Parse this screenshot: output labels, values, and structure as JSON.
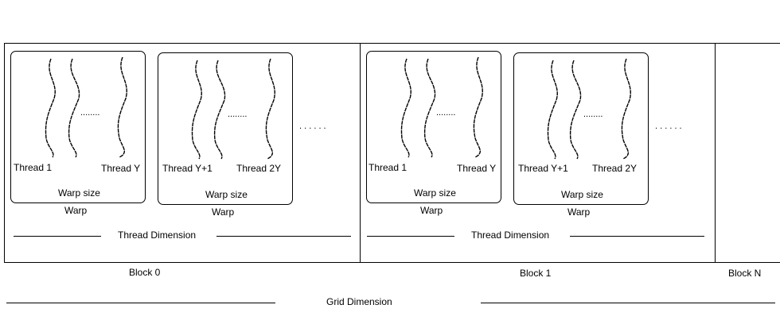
{
  "blocks": [
    {
      "label": "Block 0",
      "thread_dimension": "Thread Dimension",
      "warps": [
        {
          "thread_first": "Thread 1",
          "thread_last": "Thread Y",
          "warp_size": "Warp size",
          "warp_label": "Warp",
          "dots": "........"
        },
        {
          "thread_first": "Thread Y+1",
          "thread_last": "Thread 2Y",
          "warp_size": "Warp size",
          "warp_label": "Warp",
          "dots": "........"
        }
      ],
      "more_warps": ". . . . . ."
    },
    {
      "label": "Block 1",
      "thread_dimension": "Thread Dimension",
      "warps": [
        {
          "thread_first": "Thread 1",
          "thread_last": "Thread Y",
          "warp_size": "Warp size",
          "warp_label": "Warp",
          "dots": "........"
        },
        {
          "thread_first": "Thread Y+1",
          "thread_last": "Thread 2Y",
          "warp_size": "Warp size",
          "warp_label": "Warp",
          "dots": "........"
        }
      ],
      "more_warps": ". . . . . ."
    },
    {
      "label": "Block N"
    }
  ],
  "grid_dimension": "Grid Dimension"
}
